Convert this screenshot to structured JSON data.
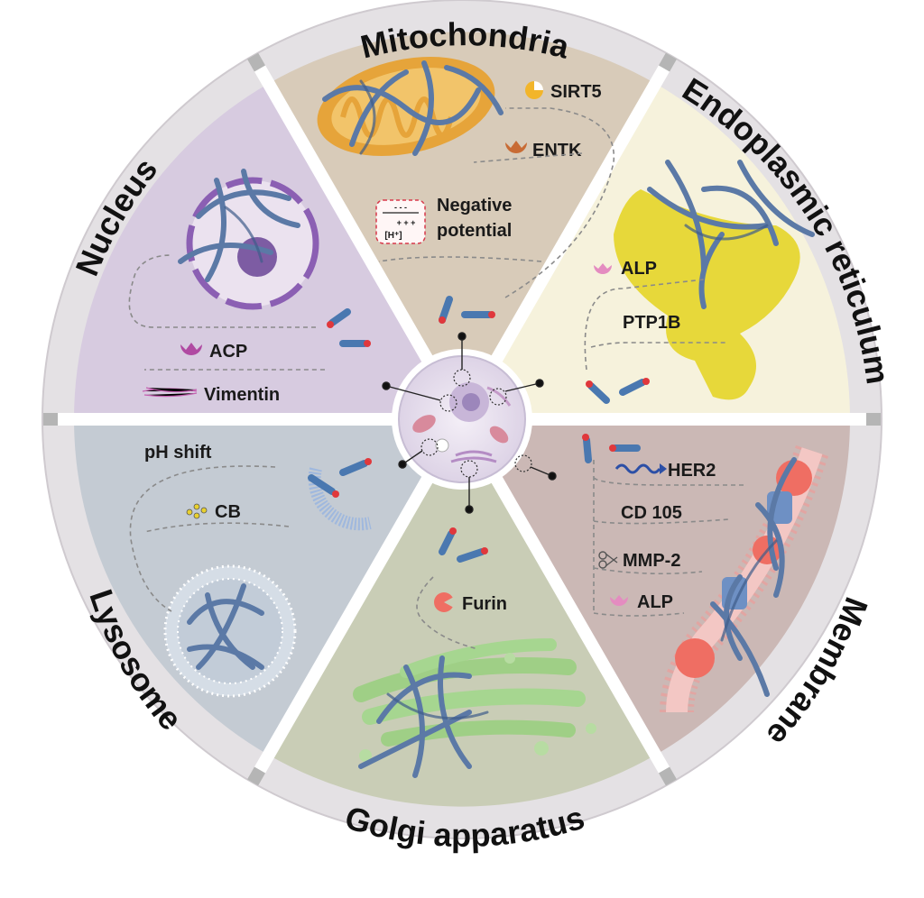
{
  "sectors": {
    "mitochondria": {
      "title": "Mitochondria",
      "sirt5": "SIRT5",
      "entk": "ENTK",
      "negative": "Negative",
      "potential": "potential",
      "charge_neg": "- - -",
      "charge_pos": "+ + +",
      "proton": "[H⁺]"
    },
    "er": {
      "title": "Endoplasmic reticulum",
      "alp": "ALP",
      "ptp1b": "PTP1B"
    },
    "membrane": {
      "title": "Membrane",
      "her2": "HER2",
      "cd105": "CD 105",
      "mmp2": "MMP-2",
      "alp": "ALP"
    },
    "golgi": {
      "title": "Golgi apparatus",
      "furin": "Furin"
    },
    "lysosome": {
      "title": "Lysosome",
      "ph_shift": "pH shift",
      "cb": "CB"
    },
    "nucleus": {
      "title": "Nucleus",
      "acp": "ACP",
      "vimentin": "Vimentin"
    }
  },
  "colors": {
    "mitochondria": "#d8cbb9",
    "er": "#f6f2dc",
    "membrane": "#cbb8b5",
    "golgi": "#c9cdb6",
    "lysosome": "#c4cbd3",
    "nucleus": "#d7cbe0",
    "rim": "#e4e1e4",
    "fiber": "#5b79a6",
    "drug_tip": "#e0383c"
  }
}
